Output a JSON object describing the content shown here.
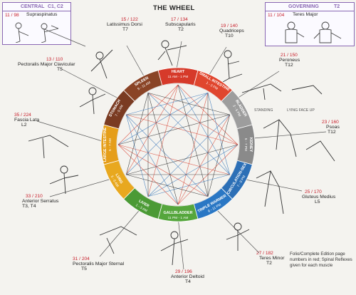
{
  "title": "THE WHEEL",
  "central": {
    "label": "CENTRAL",
    "vertebra": "C1, C2",
    "page": "11 / 98",
    "muscle": "Supraspinatus"
  },
  "governing": {
    "label": "GOVERNING",
    "vertebra": "T2",
    "page": "11 / 104",
    "muscle": "Teres Major"
  },
  "muscles": [
    {
      "page": "15 / 122",
      "name": "Latissimus Dorsi",
      "vertebra": "T7"
    },
    {
      "page": "17 / 134",
      "name": "Subscapularis",
      "vertebra": "T2"
    },
    {
      "page": "19 / 140",
      "name": "Quadriceps",
      "vertebra": "T10"
    },
    {
      "page": "21 / 150",
      "name": "Peroneus",
      "vertebra": "T12"
    },
    {
      "page": "23 / 160",
      "name": "Psoas",
      "vertebra": "T12"
    },
    {
      "page": "25 / 170",
      "name": "Gluteus Medius",
      "vertebra": "L5"
    },
    {
      "page": "27 / 182",
      "name": "Teres Minor",
      "vertebra": "T2"
    },
    {
      "page": "29 / 196",
      "name": "Anterior Deltoid",
      "vertebra": "T4"
    },
    {
      "page": "31 / 204",
      "name": "Pectoralis Major Sternal",
      "vertebra": "T5"
    },
    {
      "page": "33 / 210",
      "name": "Anterior Serratus",
      "vertebra": "T3, T4"
    },
    {
      "page": "35 / 224",
      "name": "Fascia Lata",
      "vertebra": "L2"
    },
    {
      "page": "13 / 110",
      "name": "Pectoralis Major Clavicular",
      "vertebra": "T5"
    }
  ],
  "position_tags": {
    "standing": "STANDING",
    "lying": "LYING FACE UP"
  },
  "wheel": {
    "segments": [
      {
        "name": "HEART",
        "time": "11 AM - 1 PM",
        "color": "#d63a2a"
      },
      {
        "name": "SMALL INTESTINE",
        "time": "1 - 3 PM",
        "color": "#e0462e"
      },
      {
        "name": "BLADDER",
        "time": "3 - 5 PM",
        "color": "#9d9d9d"
      },
      {
        "name": "KIDNEY",
        "time": "5 - 7 PM",
        "color": "#8a8a8a"
      },
      {
        "name": "CIRCULATION-SEX",
        "time": "7 - 9 PM",
        "color": "#2c6fb6"
      },
      {
        "name": "TRIPLE WARMER",
        "time": "9 - 11 PM",
        "color": "#2a77c4"
      },
      {
        "name": "GALLBLADDER",
        "time": "11 PM - 1 AM",
        "color": "#55a63c"
      },
      {
        "name": "LIVER",
        "time": "1 - 3 AM",
        "color": "#4b9a35"
      },
      {
        "name": "LUNG",
        "time": "3 - 5 AM",
        "color": "#e8a81f"
      },
      {
        "name": "LARGE INTESTINE",
        "time": "5 - 7 AM",
        "color": "#e59e1a"
      },
      {
        "name": "STOMACH",
        "time": "7 - 9 AM",
        "color": "#7a3b22"
      },
      {
        "name": "SPLEEN",
        "time": "9 - 11 AM",
        "color": "#8a4426"
      }
    ]
  },
  "note": {
    "text1": "Folio/Complete Edition page numbers in red;",
    "text2": "Spinal Reflexes given for each muscle"
  }
}
